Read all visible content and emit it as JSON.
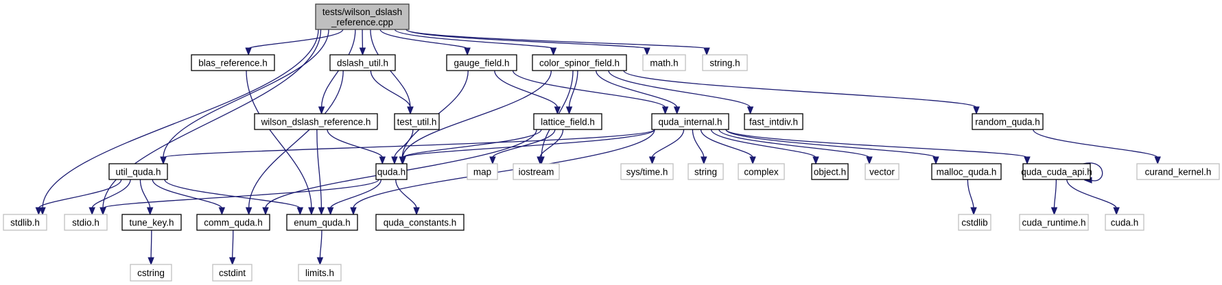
{
  "title": "Include dependency graph for tests/wilson_dslash_reference.cpp",
  "colors": {
    "edge": "#191970",
    "root_fill": "#bfbfbf",
    "documented_border": "#000000",
    "external_border": "#bfbfbf"
  },
  "nodes": [
    {
      "id": "root",
      "label": [
        "tests/wilson_dslash",
        "_reference.cpp"
      ],
      "kind": "root"
    },
    {
      "id": "blas_reference",
      "label": [
        "blas_reference.h"
      ],
      "kind": "documented"
    },
    {
      "id": "dslash_util",
      "label": [
        "dslash_util.h"
      ],
      "kind": "documented"
    },
    {
      "id": "gauge_field",
      "label": [
        "gauge_field.h"
      ],
      "kind": "documented"
    },
    {
      "id": "color_spinor_field",
      "label": [
        "color_spinor_field.h"
      ],
      "kind": "documented"
    },
    {
      "id": "math_h",
      "label": [
        "math.h"
      ],
      "kind": "external"
    },
    {
      "id": "string_h",
      "label": [
        "string.h"
      ],
      "kind": "external"
    },
    {
      "id": "wilson_dslash_reference",
      "label": [
        "wilson_dslash_reference.h"
      ],
      "kind": "documented"
    },
    {
      "id": "test_util",
      "label": [
        "test_util.h"
      ],
      "kind": "documented"
    },
    {
      "id": "lattice_field",
      "label": [
        "lattice_field.h"
      ],
      "kind": "documented"
    },
    {
      "id": "quda_internal",
      "label": [
        "quda_internal.h"
      ],
      "kind": "documented"
    },
    {
      "id": "fast_intdiv",
      "label": [
        "fast_intdiv.h"
      ],
      "kind": "documented"
    },
    {
      "id": "random_quda",
      "label": [
        "random_quda.h"
      ],
      "kind": "documented"
    },
    {
      "id": "util_quda",
      "label": [
        "util_quda.h"
      ],
      "kind": "documented"
    },
    {
      "id": "quda",
      "label": [
        "quda.h"
      ],
      "kind": "documented"
    },
    {
      "id": "map",
      "label": [
        "map"
      ],
      "kind": "external"
    },
    {
      "id": "iostream",
      "label": [
        "iostream"
      ],
      "kind": "external"
    },
    {
      "id": "sys_time",
      "label": [
        "sys/time.h"
      ],
      "kind": "external"
    },
    {
      "id": "string",
      "label": [
        "string"
      ],
      "kind": "external"
    },
    {
      "id": "complex",
      "label": [
        "complex"
      ],
      "kind": "external"
    },
    {
      "id": "object",
      "label": [
        "object.h"
      ],
      "kind": "documented"
    },
    {
      "id": "vector",
      "label": [
        "vector"
      ],
      "kind": "external"
    },
    {
      "id": "malloc_quda",
      "label": [
        "malloc_quda.h"
      ],
      "kind": "documented"
    },
    {
      "id": "quda_cuda_api",
      "label": [
        "quda_cuda_api.h"
      ],
      "kind": "documented"
    },
    {
      "id": "curand_kernel",
      "label": [
        "curand_kernel.h"
      ],
      "kind": "external"
    },
    {
      "id": "stdlib_h",
      "label": [
        "stdlib.h"
      ],
      "kind": "external"
    },
    {
      "id": "stdio_h",
      "label": [
        "stdio.h"
      ],
      "kind": "external"
    },
    {
      "id": "tune_key",
      "label": [
        "tune_key.h"
      ],
      "kind": "documented"
    },
    {
      "id": "comm_quda",
      "label": [
        "comm_quda.h"
      ],
      "kind": "documented"
    },
    {
      "id": "enum_quda",
      "label": [
        "enum_quda.h"
      ],
      "kind": "documented"
    },
    {
      "id": "quda_constants",
      "label": [
        "quda_constants.h"
      ],
      "kind": "documented"
    },
    {
      "id": "cstdlib",
      "label": [
        "cstdlib"
      ],
      "kind": "external"
    },
    {
      "id": "cuda_runtime",
      "label": [
        "cuda_runtime.h"
      ],
      "kind": "external"
    },
    {
      "id": "cuda_h",
      "label": [
        "cuda.h"
      ],
      "kind": "external"
    },
    {
      "id": "cstring",
      "label": [
        "cstring"
      ],
      "kind": "external"
    },
    {
      "id": "cstdint",
      "label": [
        "cstdint"
      ],
      "kind": "external"
    },
    {
      "id": "limits_h",
      "label": [
        "limits.h"
      ],
      "kind": "external"
    }
  ],
  "edges": [
    [
      "root",
      "blas_reference"
    ],
    [
      "root",
      "dslash_util"
    ],
    [
      "root",
      "gauge_field"
    ],
    [
      "root",
      "color_spinor_field"
    ],
    [
      "root",
      "math_h"
    ],
    [
      "root",
      "string_h"
    ],
    [
      "root",
      "wilson_dslash_reference"
    ],
    [
      "root",
      "test_util"
    ],
    [
      "root",
      "util_quda"
    ],
    [
      "root",
      "stdlib_h"
    ],
    [
      "root",
      "stdio_h"
    ],
    [
      "blas_reference",
      "enum_quda"
    ],
    [
      "dslash_util",
      "test_util"
    ],
    [
      "dslash_util",
      "comm_quda"
    ],
    [
      "gauge_field",
      "lattice_field"
    ],
    [
      "gauge_field",
      "quda_internal"
    ],
    [
      "gauge_field",
      "quda"
    ],
    [
      "color_spinor_field",
      "lattice_field"
    ],
    [
      "color_spinor_field",
      "quda_internal"
    ],
    [
      "color_spinor_field",
      "fast_intdiv"
    ],
    [
      "color_spinor_field",
      "random_quda"
    ],
    [
      "color_spinor_field",
      "iostream"
    ],
    [
      "color_spinor_field",
      "quda"
    ],
    [
      "wilson_dslash_reference",
      "quda"
    ],
    [
      "wilson_dslash_reference",
      "enum_quda"
    ],
    [
      "test_util",
      "quda"
    ],
    [
      "lattice_field",
      "quda"
    ],
    [
      "lattice_field",
      "map"
    ],
    [
      "lattice_field",
      "iostream"
    ],
    [
      "lattice_field",
      "comm_quda"
    ],
    [
      "quda_internal",
      "util_quda"
    ],
    [
      "quda_internal",
      "quda"
    ],
    [
      "quda_internal",
      "sys_time"
    ],
    [
      "quda_internal",
      "string"
    ],
    [
      "quda_internal",
      "complex"
    ],
    [
      "quda_internal",
      "object"
    ],
    [
      "quda_internal",
      "vector"
    ],
    [
      "quda_internal",
      "malloc_quda"
    ],
    [
      "quda_internal",
      "quda_cuda_api"
    ],
    [
      "quda_internal",
      "enum_quda"
    ],
    [
      "random_quda",
      "curand_kernel"
    ],
    [
      "util_quda",
      "stdlib_h"
    ],
    [
      "util_quda",
      "stdio_h"
    ],
    [
      "util_quda",
      "tune_key"
    ],
    [
      "util_quda",
      "comm_quda"
    ],
    [
      "util_quda",
      "enum_quda"
    ],
    [
      "quda",
      "enum_quda"
    ],
    [
      "quda",
      "quda_constants"
    ],
    [
      "quda",
      "stdio_h"
    ],
    [
      "malloc_quda",
      "cstdlib"
    ],
    [
      "quda_cuda_api",
      "quda_cuda_api"
    ],
    [
      "quda_cuda_api",
      "cuda_runtime"
    ],
    [
      "quda_cuda_api",
      "cuda_h"
    ],
    [
      "tune_key",
      "cstring"
    ],
    [
      "comm_quda",
      "cstdint"
    ],
    [
      "enum_quda",
      "limits_h"
    ]
  ]
}
